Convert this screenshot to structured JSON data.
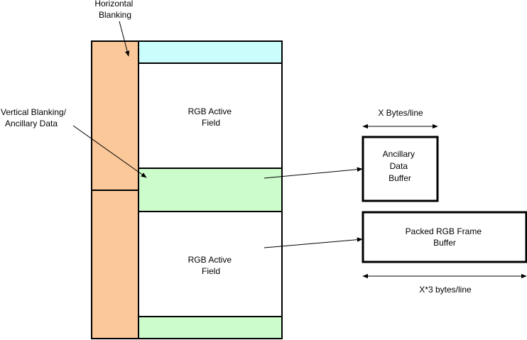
{
  "labels": {
    "horizontal_blanking": [
      "Horizontal",
      "Blanking"
    ],
    "vertical_blanking": [
      "Vertical Blanking/",
      "Ancillary Data"
    ],
    "rgb_active_field_top": [
      "RGB Active",
      "Field"
    ],
    "rgb_active_field_bottom": [
      "RGB Active",
      "Field"
    ],
    "x_bytes_per_line": "X Bytes/line",
    "ancillary_buffer": [
      "Ancillary",
      "Data",
      "Buffer"
    ],
    "packed_rgb_buffer": [
      "Packed RGB Frame",
      "Buffer"
    ],
    "x3_bytes_per_line": "X*3 bytes/line"
  },
  "colors": {
    "blanking_orange": "#fbc89a",
    "top_strip_cyan": "#ccfdfd",
    "ancillary_green": "#ccfccc",
    "field_white": "#ffffff",
    "stroke": "#000000"
  }
}
